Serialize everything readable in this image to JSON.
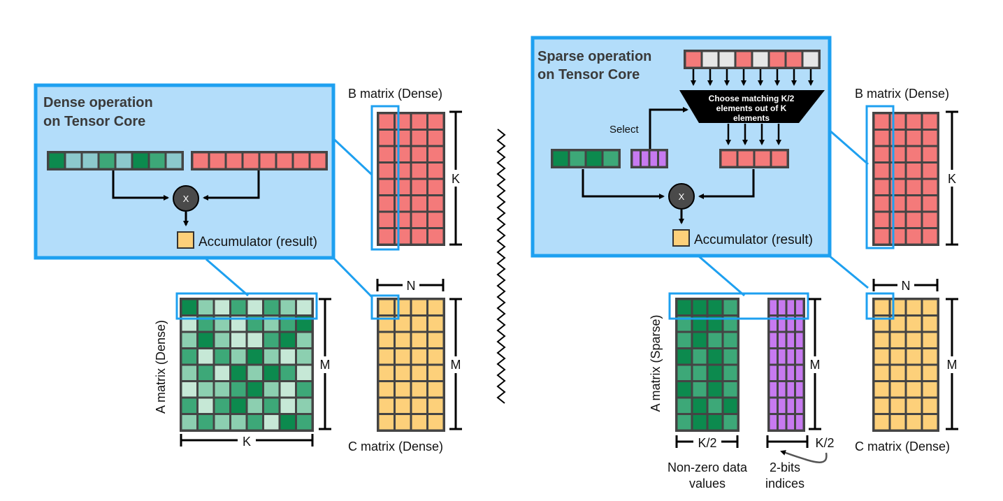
{
  "colors": {
    "blue_frame": "#1ea0f0",
    "panel_fill": "#b3ddfa",
    "red": "#f47a7a",
    "red_light": "#e6e6e6",
    "yellow": "#fdd07a",
    "green_dark": "#0c8a4e",
    "green_mid": "#3da878",
    "green_light": "#8ccfb0",
    "green_pale": "#c6e8d6",
    "teal_light": "#8cc9cc",
    "purple": "#c77af0",
    "cell_border": "#444444",
    "circle": "#444444"
  },
  "icons": {
    "multiply": "multiply-circle-icon",
    "accumulator": "accumulator-square-icon",
    "separator": "zigzag-divider-icon"
  },
  "dense": {
    "panel_title_line1": "Dense operation",
    "panel_title_line2": "on Tensor Core",
    "multiply_symbol": "X",
    "accumulator_label": "Accumulator (result)",
    "b_matrix_label": "B matrix (Dense)",
    "b_dim_label": "K",
    "c_matrix_label": "C matrix (Dense)",
    "c_dim_n_label": "N",
    "c_dim_m_label": "M",
    "a_matrix_label": "A matrix (Dense)",
    "a_dim_m_label": "M",
    "a_dim_k_label": "K"
  },
  "sparse": {
    "panel_title_line1": "Sparse operation",
    "panel_title_line2": "on Tensor Core",
    "select_label": "Select",
    "mux_line1": "Choose matching K/2",
    "mux_line2": "elements out of K",
    "mux_line3": "elements",
    "multiply_symbol": "X",
    "accumulator_label": "Accumulator (result)",
    "b_matrix_label": "B matrix (Dense)",
    "b_dim_label": "K",
    "c_matrix_label": "C matrix (Dense)",
    "c_dim_n_label": "N",
    "c_dim_m_label": "M",
    "a_matrix_label": "A matrix (Sparse)",
    "indices_dim_m_label": "M",
    "values_dim_label": "K/2",
    "indices_dim_label": "K/2",
    "values_caption_line1": "Non-zero data",
    "values_caption_line2": "values",
    "indices_caption_line1": "2-bits",
    "indices_caption_line2": "indices"
  }
}
